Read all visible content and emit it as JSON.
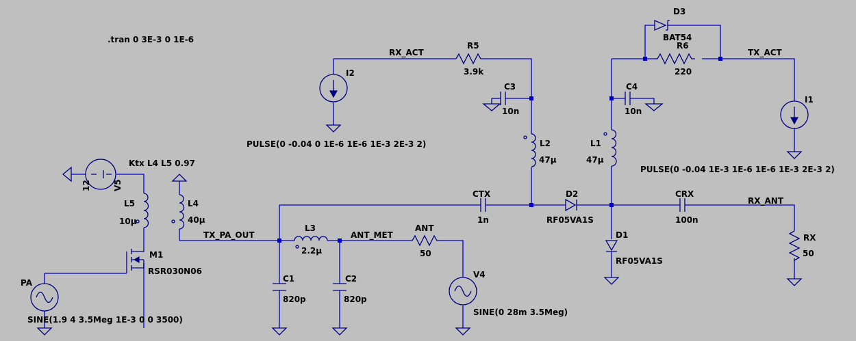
{
  "directive": ".tran 0 3E-3 0 1E-6",
  "labels": {
    "r5_name": "R5",
    "r5_value": "3.9k",
    "rx_act": "RX_ACT",
    "i2_name": "I2",
    "i2_value": "PULSE(0 -0.04 0 1E-6 1E-6 1E-3 2E-3 2)",
    "c3_name": "C3",
    "c3_value": "10n",
    "l2_name": "L2",
    "l2_value": "47µ",
    "d3_name": "D3",
    "d3_value": "BAT54",
    "r6_name": "R6",
    "r6_value": "220",
    "tx_act": "TX_ACT",
    "c4_name": "C4",
    "c4_value": "10n",
    "i1_name": "I1",
    "i1_value": "PULSE(0 -0.04 1E-3 1E-6 1E-6 1E-3 2E-3 2)",
    "l1_name": "L1",
    "l1_value": "47µ",
    "v5_name": "V5",
    "v5_value": "12",
    "ktx": "Ktx L4 L5 0.97",
    "l5_name": "L5",
    "l5_value": "10µ",
    "l4_name": "L4",
    "l4_value": "40µ",
    "tx_pa_out": "TX_PA_OUT",
    "ctx_name": "CTX",
    "ctx_value": "1n",
    "d2_name": "D2",
    "d2_value": "RF05VA1S",
    "crx_name": "CRX",
    "crx_value": "100n",
    "rx_ant": "RX_ANT",
    "rx_name": "RX",
    "rx_value": "50",
    "l3_name": "L3",
    "l3_value": "2.2µ",
    "ant_met": "ANT_MET",
    "ant_name": "ANT",
    "ant_value": "50",
    "d1_name": "D1",
    "d1_value": "RF05VA1S",
    "m1_name": "M1",
    "m1_value": "RSR030N06",
    "pa_name": "PA",
    "pa_value": "SINE(1.9 4 3.5Meg 1E-3 0 0 3500)",
    "c1_name": "C1",
    "c1_value": "820p",
    "c2_name": "C2",
    "c2_value": "820p",
    "v4_name": "V4",
    "v4_value": "SINE(0 28m 3.5Meg)"
  }
}
